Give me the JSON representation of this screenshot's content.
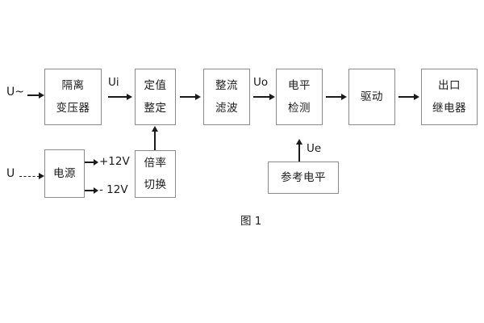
{
  "figure": {
    "caption": "图 1",
    "blocks": {
      "isolation_transformer": {
        "line1": "隔离",
        "line2": "变压器"
      },
      "setting_value": {
        "line1": "定值",
        "line2": "整定"
      },
      "rectify_filter": {
        "line1": "整流",
        "line2": "滤波"
      },
      "level_detect": {
        "line1": "电平",
        "line2": "检测"
      },
      "drive": {
        "line1": "驱动"
      },
      "output_relay": {
        "line1": "出口",
        "line2": "继电器"
      },
      "power_supply": {
        "line1": "电源"
      },
      "multiplier_switch": {
        "line1": "倍率",
        "line2": "切换"
      },
      "reference_level": {
        "line1": "参考电平"
      }
    },
    "signals": {
      "ac_input": "U~",
      "dc_input": "U",
      "ui": "Ui",
      "uo": "Uo",
      "ue": "Ue",
      "rail_positive": "+12V",
      "rail_negative": "- 12V"
    },
    "colors": {
      "block_border": "#8a8a8a",
      "ink": "#1b1b1b",
      "background": "#ffffff"
    }
  }
}
